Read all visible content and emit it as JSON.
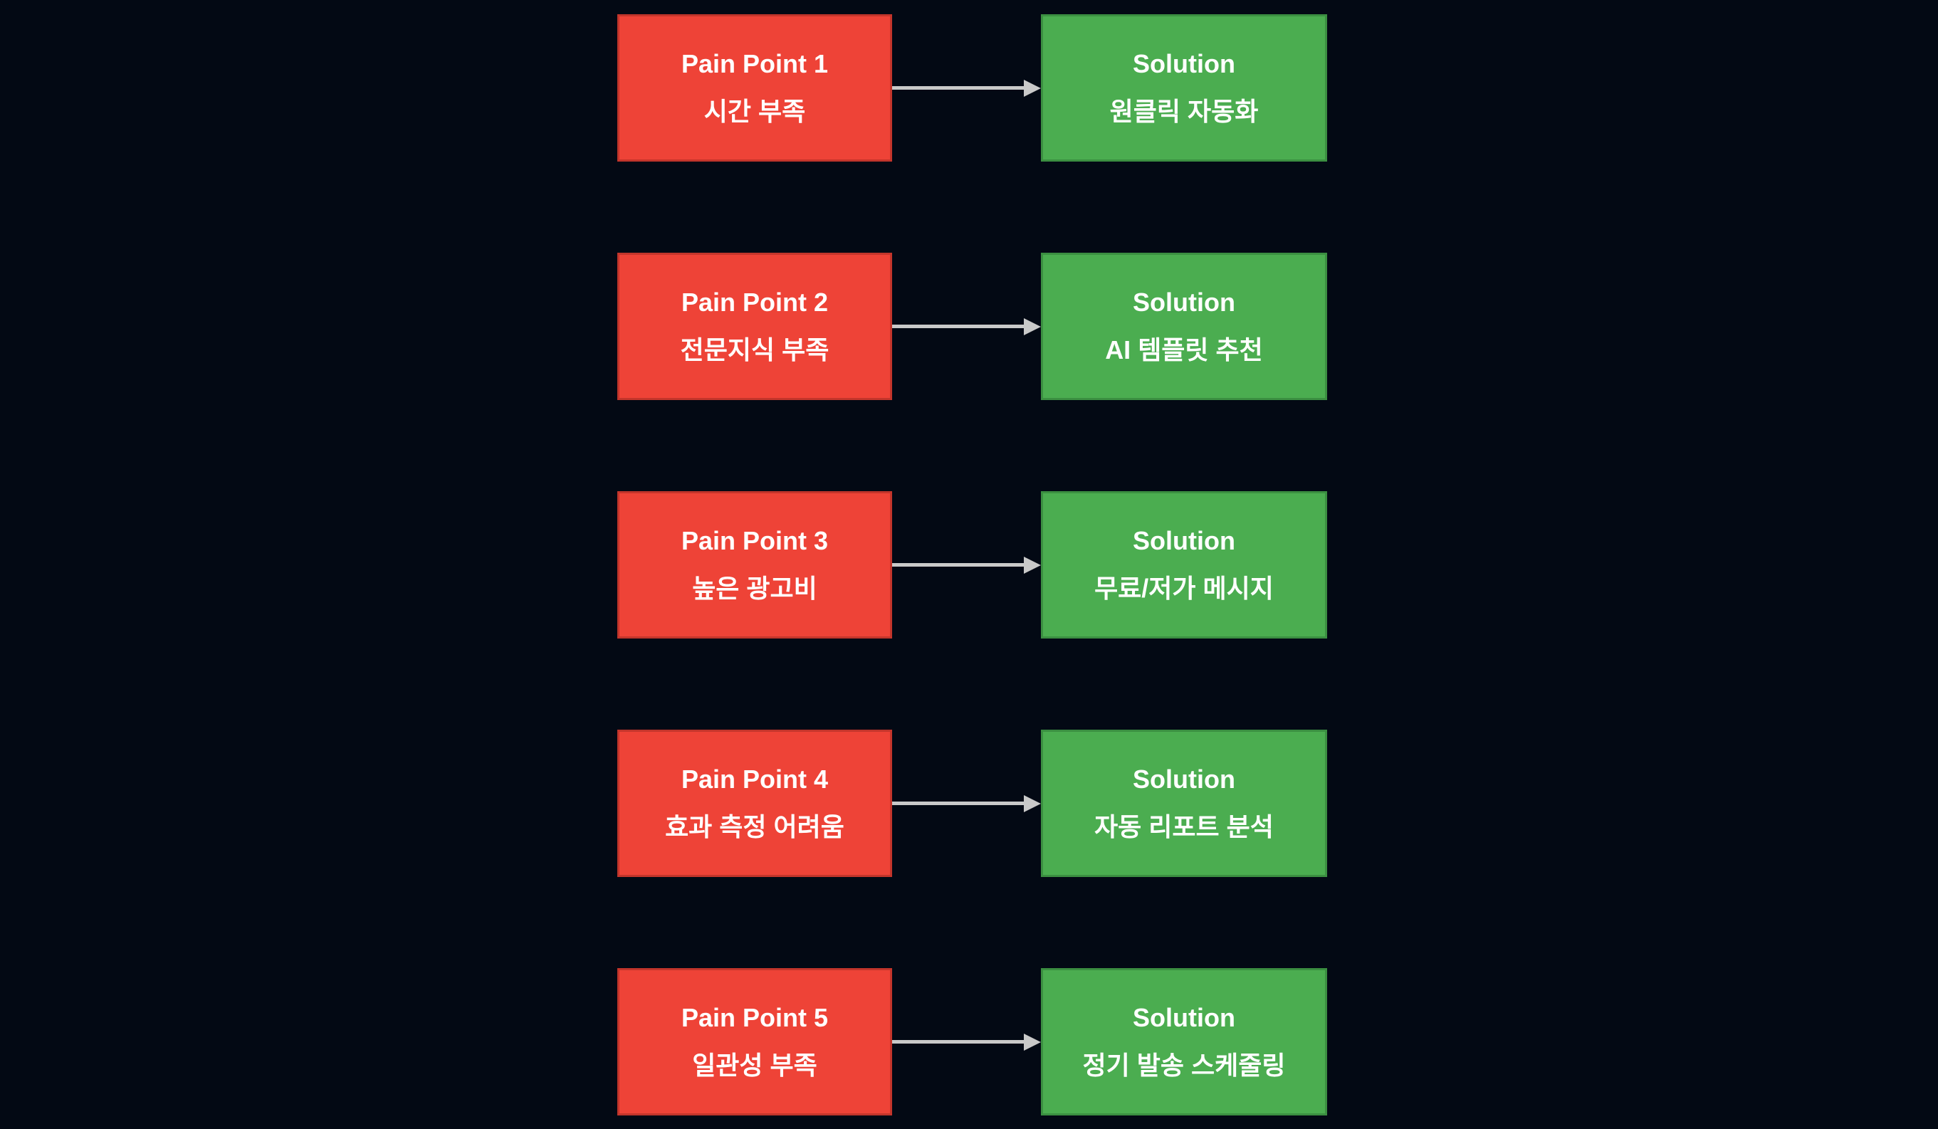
{
  "diagram": {
    "rows": [
      {
        "pain_title": "Pain Point 1",
        "pain_label": "시간 부족",
        "solution_title": "Solution",
        "solution_label": "원클릭 자동화"
      },
      {
        "pain_title": "Pain Point 2",
        "pain_label": "전문지식 부족",
        "solution_title": "Solution",
        "solution_label": "AI 템플릿 추천"
      },
      {
        "pain_title": "Pain Point 3",
        "pain_label": "높은 광고비",
        "solution_title": "Solution",
        "solution_label": "무료/저가 메시지"
      },
      {
        "pain_title": "Pain Point 4",
        "pain_label": "효과 측정 어려움",
        "solution_title": "Solution",
        "solution_label": "자동 리포트 분석"
      },
      {
        "pain_title": "Pain Point 5",
        "pain_label": "일관성 부족",
        "solution_title": "Solution",
        "solution_label": "정기 발송 스케줄링"
      }
    ]
  },
  "colors": {
    "background": "#030914",
    "pain_fill": "#ee4337",
    "pain_border": "#c3352b",
    "solution_fill": "#4bad50",
    "solution_border": "#3b8f41",
    "text": "#ffffff",
    "arrow": "#c9c9c9"
  }
}
